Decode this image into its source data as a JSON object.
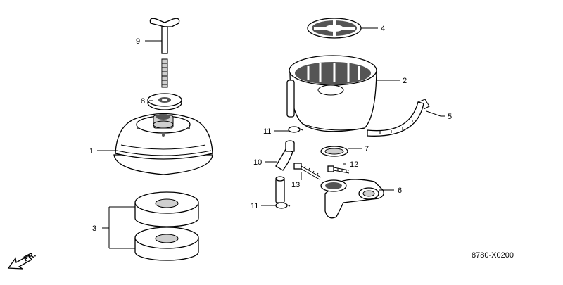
{
  "diagram": {
    "labels": {
      "p1": "1",
      "p2": "2",
      "p3": "3",
      "p4": "4",
      "p5": "5",
      "p6": "6",
      "p7": "7",
      "p8": "8",
      "p9": "9",
      "p10": "10",
      "p11a": "11",
      "p11b": "11",
      "p12": "12",
      "p13": "13"
    },
    "front_marker": "FR.",
    "drawing_code": "8780-X0200"
  }
}
